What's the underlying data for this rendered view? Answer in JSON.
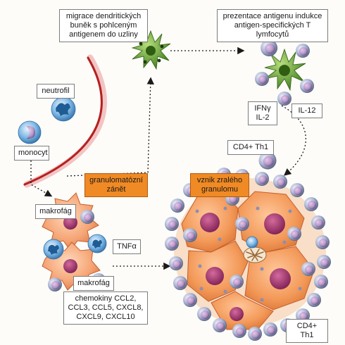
{
  "labels": {
    "dc_migration": "migrace dendritických buněk s pohlceným antigenem do uzliny",
    "antigen_presentation": "prezentace antigenu indukce antigen-specifických T lymfocytů",
    "neutrophil": "neutrofil",
    "monocyte": "monocyt",
    "ifng_il2": "IFNγ IL-2",
    "il12": "IL-12",
    "cd4_th1_top": "CD4+ Th1",
    "granulomatous_inflammation": "granulomatózní zánět",
    "mature_granuloma": "vznik zralého granulomu",
    "macrophage_top": "makrofág",
    "macrophage_bottom": "makrofág",
    "tnf": "TNFα",
    "chemokines": "chemokiny CCL2, CCL3, CCL5, CXCL8, CXCL9, CXCL10",
    "cd4_th1_bottom": "CD4+ Th1"
  },
  "colors": {
    "dendritic_cell": "#5e9a2e",
    "macrophage": "#f0a070",
    "granuloma_cell": "#f39a5a",
    "lymphocyte": "#9aa6c8",
    "nucleus": "#9c2f6a",
    "neutrophil": "#5aa0dc",
    "vessel": "#b52020",
    "label_orange": "#f08a24"
  }
}
